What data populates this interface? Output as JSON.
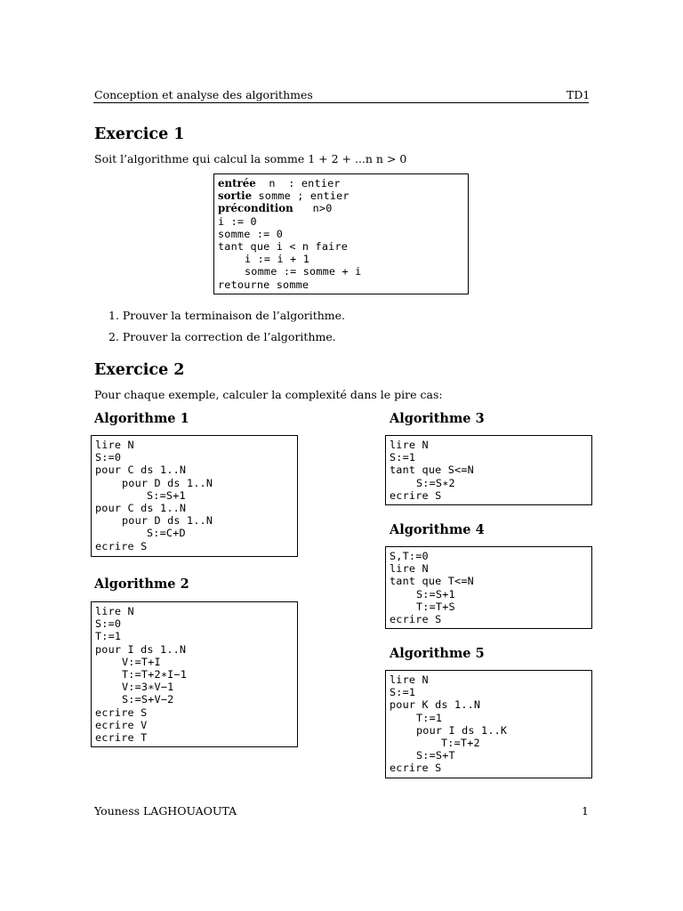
{
  "header": {
    "left": "Conception et analyse des algorithmes",
    "right": "TD1"
  },
  "ex1": {
    "title": "Exercice 1",
    "intro": "Soit l’algorithme qui calcul la somme 1 + 2 + ...n n > 0",
    "code": {
      "entree_kw": "entrée",
      "entree_rest": "  n  : entier",
      "sortie_kw": "sortie",
      "sortie_rest": " somme ; entier",
      "precond_kw": "précondition",
      "precond_rest": "   n>0",
      "l1": "i := 0",
      "l2": "somme := 0",
      "l3": "tant que i < n faire",
      "l4": "i := i + 1",
      "l5": "somme := somme + i",
      "l6": "retourne somme"
    },
    "q1": "1. Prouver la terminaison de l’algorithme.",
    "q2": "2. Prouver la correction de l’algorithme."
  },
  "ex2": {
    "title": "Exercice 2",
    "intro": "Pour chaque exemple, calculer la complexité dans le pire cas:",
    "algo1": {
      "title": "Algorithme 1",
      "l1": "lire N",
      "l2": "S:=0",
      "l3": "pour C ds 1..N",
      "l4": "pour D ds 1..N",
      "l5": "S:=S+1",
      "l6": "pour C ds 1..N",
      "l7": "pour D ds 1..N",
      "l8": "S:=C+D",
      "l9": "ecrire S"
    },
    "algo2": {
      "title": "Algorithme 2",
      "l1": "lire N",
      "l2": "S:=0",
      "l3": "T:=1",
      "l4": "pour I ds 1..N",
      "l5": "V:=T+I",
      "l6": "T:=T+2∗I−1",
      "l7": "V:=3∗V−1",
      "l8": "S:=S+V−2",
      "l9": "ecrire S",
      "l10": "ecrire V",
      "l11": "ecrire T"
    },
    "algo3": {
      "title": "Algorithme 3",
      "l1": "lire N",
      "l2": "S:=1",
      "l3": "tant que S<=N",
      "l4": "S:=S∗2",
      "l5": "ecrire S"
    },
    "algo4": {
      "title": "Algorithme 4",
      "l1": "S,T:=0",
      "l2": "lire N",
      "l3": "tant que T<=N",
      "l4": "S:=S+1",
      "l5": "T:=T+S",
      "l6": "ecrire S"
    },
    "algo5": {
      "title": "Algorithme 5",
      "l1": "lire N",
      "l2": "S:=1",
      "l3": "pour K ds 1..N",
      "l4": "T:=1",
      "l5": "pour I ds 1..K",
      "l6": "T:=T+2",
      "l7": "S:=S+T",
      "l8": "ecrire S"
    }
  },
  "footer": {
    "author": "Youness LAGHOUAOUTA",
    "page": "1"
  }
}
